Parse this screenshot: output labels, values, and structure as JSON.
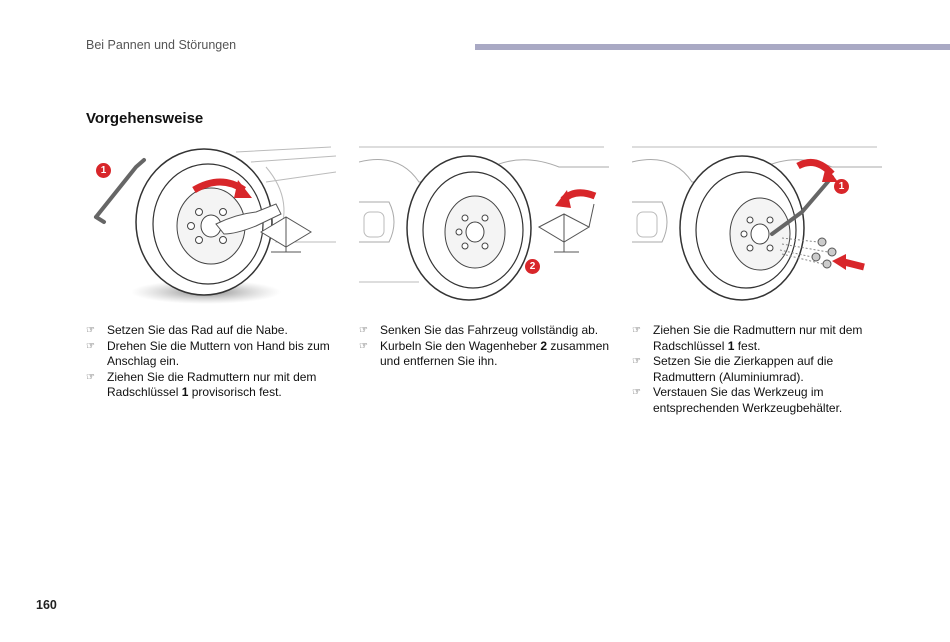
{
  "header": {
    "section": "Bei Pannen und Störungen"
  },
  "title": "Vorgehensweise",
  "illustrations": {
    "one": {
      "callouts": [
        "1"
      ]
    },
    "two": {
      "callouts": [
        "2"
      ]
    },
    "three": {
      "callouts": [
        "1"
      ]
    }
  },
  "columns": [
    {
      "items": [
        {
          "text": "Setzen Sie das Rad auf die Nabe."
        },
        {
          "text": "Drehen Sie die Muttern von Hand bis zum Anschlag ein."
        },
        {
          "before": "Ziehen Sie die Radmuttern nur mit dem Radschlüssel ",
          "bold": "1",
          "after": " provisorisch fest."
        }
      ]
    },
    {
      "items": [
        {
          "text": "Senken Sie das Fahrzeug vollständig ab."
        },
        {
          "before": "Kurbeln Sie den Wagenheber ",
          "bold": "2",
          "after": " zusammen und entfernen Sie ihn."
        }
      ]
    },
    {
      "items": [
        {
          "before": "Ziehen Sie die Radmuttern nur mit dem Radschlüssel ",
          "bold": "1",
          "after": " fest."
        },
        {
          "text": "Setzen Sie die Zierkappen auf die Radmuttern (Aluminiumrad)."
        },
        {
          "text": "Verstauen Sie das Werkzeug im entsprechenden Werkzeugbehälter."
        }
      ]
    }
  ],
  "bullet_glyph": "☞",
  "page_number": "160",
  "colors": {
    "header_bar": "#a9a9c4",
    "callout_red": "#d8262a"
  }
}
